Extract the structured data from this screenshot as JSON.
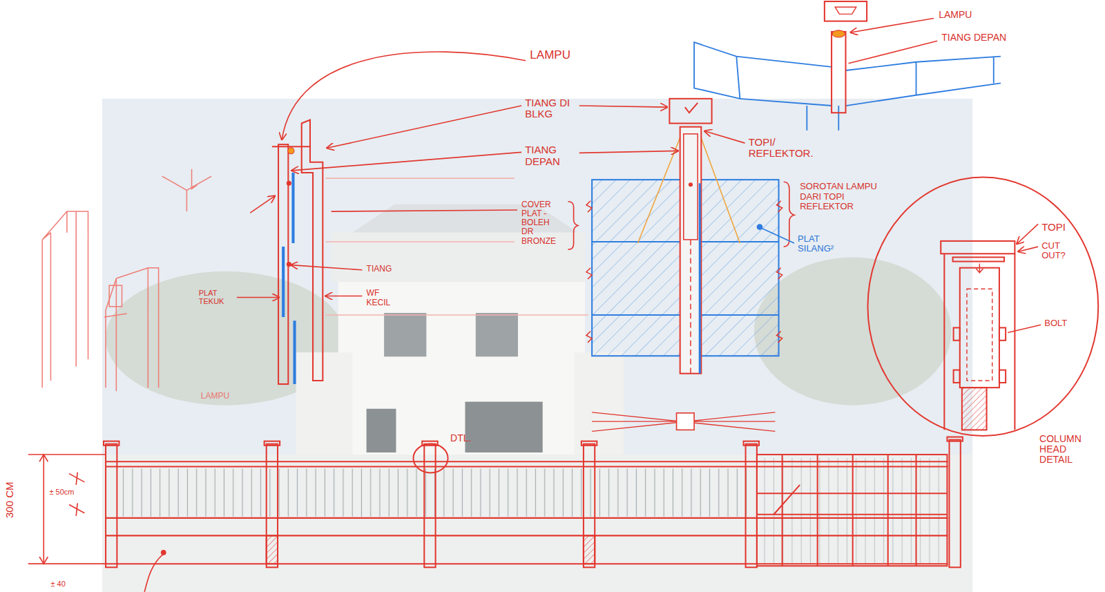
{
  "diagram": {
    "nodes": [
      {
        "text": [
          "TOPI",
          "CUT OUT?",
          "BOLT",
          "COLUMN HEAD DETAIL"
        ]
      },
      {
        "text": [
          "DTL."
        ]
      }
    ],
    "labels": [
      "LAMPU",
      "TIANG DI BLKG",
      "TIANG DEPAN",
      "COVER PLAT - BOLEH DR BRONZE",
      "TIANG",
      "WF KECIL",
      "PLAT TEKUK",
      "TOPI/ REFLEKTOR.",
      "SOROTAN LAMPU DARI TOPI REFLEKTOR",
      "PLAT SILANG²",
      "LAMPU",
      "TIANG DEPAN",
      "300 CM",
      "± 50cm",
      "± 40",
      "LAMPU"
    ]
  }
}
